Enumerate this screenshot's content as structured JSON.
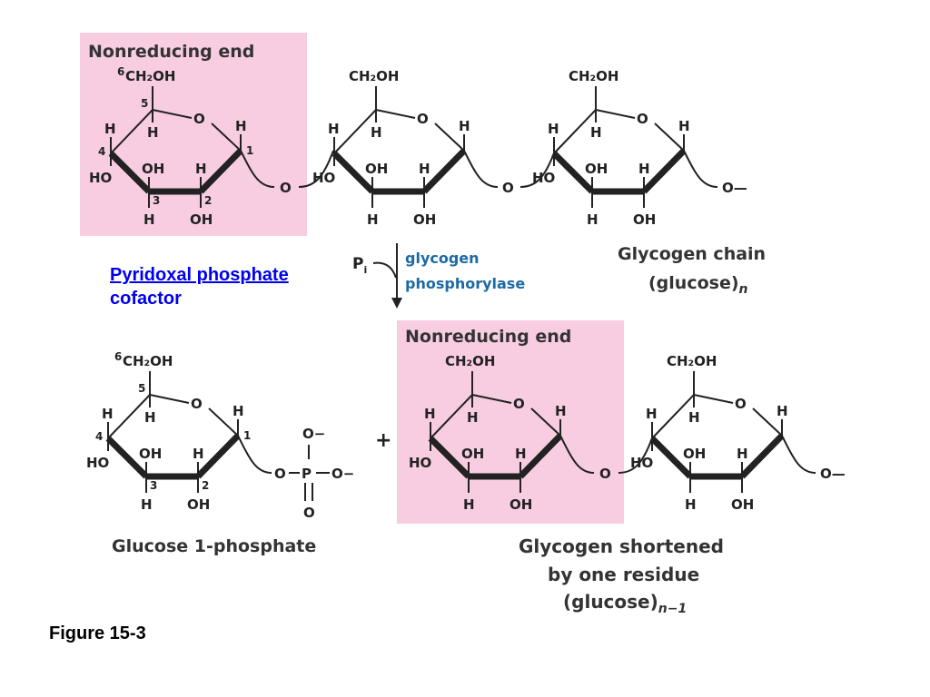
{
  "top": {
    "box_title": "Nonreducing end",
    "chain_caption_line1": "Glycogen chain",
    "chain_caption_line2": "(glucose)",
    "chain_caption_sub": "n"
  },
  "reaction": {
    "reagent": "P",
    "reagent_sub": "i",
    "enzyme_line1": "glycogen",
    "enzyme_line2": "phosphorylase"
  },
  "cofactor": {
    "link_text": "Pyridoxal phosphate",
    "line2": "cofactor"
  },
  "bottom": {
    "box_title": "Nonreducing end",
    "plus": "+",
    "product1_caption": "Glucose 1-phosphate",
    "product2_line1": "Glycogen shortened",
    "product2_line2": "by one residue",
    "product2_line3": "(glucose)",
    "product2_sub": "n−1"
  },
  "labels": {
    "ch2oh": "CH₂OH",
    "o": "O",
    "h": "H",
    "oh": "OH",
    "ho": "HO",
    "o_minus": "O−",
    "p": "P",
    "bridge_o": "O",
    "end_o": "O—",
    "c6": "6",
    "c5": "5",
    "c4": "4",
    "c3": "3",
    "c2": "2",
    "c1": "1"
  },
  "figure_label": "Figure 15-3",
  "colors": {
    "box": "#f8cde2",
    "enzyme": "#1b6aa6",
    "link": "#0000ee"
  }
}
